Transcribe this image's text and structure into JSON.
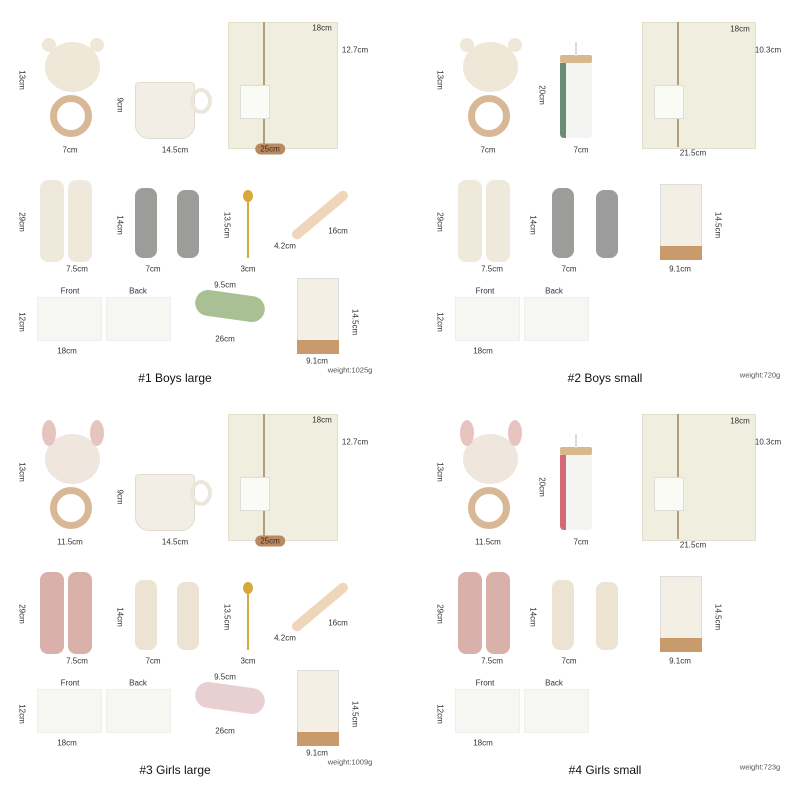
{
  "panels": [
    {
      "title": "#1 Boys large",
      "weight": "weight:1025g",
      "theme": {
        "toy": "#efe8d8",
        "sock": "#efe9dc",
        "babysock": "#9c9c9a",
        "mask": "#a9c095",
        "tumbler_text": "#6a8d78"
      },
      "labels": {
        "rattle_h": "13cm",
        "rattle_w": "7cm",
        "cup_h": "9cm",
        "cup_w": "14.5cm",
        "box_top": "18cm",
        "box_side": "12.7cm",
        "box_len": "25cm",
        "sock_h": "29cm",
        "sock_w": "7.5cm",
        "baby_h": "14cm",
        "baby_w": "7cm",
        "spoon_h": "13.5cm",
        "spoon_w": "3cm",
        "toy_len": "16cm",
        "toy_w": "4.2cm",
        "front": "Front",
        "back": "Back",
        "card_h": "12cm",
        "card_w": "18cm",
        "mask_h": "9.5cm",
        "mask_w": "26cm",
        "stand_h": "14.5cm",
        "stand_w": "9.1cm"
      }
    },
    {
      "title": "#2 Boys small",
      "weight": "weight:720g",
      "theme": {
        "toy": "#efe8d8",
        "sock": "#efe9dc",
        "babysock": "#9c9c9a",
        "mask": "#a9c095",
        "tumbler_text": "#6a8d78"
      },
      "labels": {
        "rattle_h": "13cm",
        "rattle_w": "7cm",
        "cup_h": "20cm",
        "cup_w": "7cm",
        "box_top": "18cm",
        "box_side": "10.3cm",
        "box_len": "21.5cm",
        "sock_h": "29cm",
        "sock_w": "7.5cm",
        "baby_h": "14cm",
        "baby_w": "7cm",
        "front": "Front",
        "back": "Back",
        "card_h": "12cm",
        "card_w": "18cm",
        "stand_h": "14.5cm",
        "stand_w": "9.1cm"
      }
    },
    {
      "title": "#3 Girls large",
      "weight": "weight:1009g",
      "theme": {
        "toy": "#efe6de",
        "sock": "#d9b0aa",
        "babysock": "#ece3d2",
        "mask": "#e8cfd2",
        "tumbler_text": "#d46a78"
      },
      "labels": {
        "rattle_h": "13cm",
        "rattle_w": "11.5cm",
        "cup_h": "9cm",
        "cup_w": "14.5cm",
        "box_top": "18cm",
        "box_side": "12.7cm",
        "box_len": "25cm",
        "sock_h": "29cm",
        "sock_w": "7.5cm",
        "baby_h": "14cm",
        "baby_w": "7cm",
        "spoon_h": "13.5cm",
        "spoon_w": "3cm",
        "toy_len": "16cm",
        "toy_w": "4.2cm",
        "front": "Front",
        "back": "Back",
        "card_h": "12cm",
        "card_w": "18cm",
        "mask_h": "9.5cm",
        "mask_w": "26cm",
        "stand_h": "14.5cm",
        "stand_w": "9.1cm"
      }
    },
    {
      "title": "#4 Girls  small",
      "weight": "weight:723g",
      "theme": {
        "toy": "#efe6de",
        "sock": "#d9b0aa",
        "babysock": "#ece3d2",
        "mask": "#e8cfd2",
        "tumbler_text": "#d46a78"
      },
      "labels": {
        "rattle_h": "13cm",
        "rattle_w": "11.5cm",
        "cup_h": "20cm",
        "cup_w": "7cm",
        "box_top": "18cm",
        "box_side": "10.3cm",
        "box_len": "21.5cm",
        "sock_h": "29cm",
        "sock_w": "7.5cm",
        "baby_h": "14cm",
        "baby_w": "7cm",
        "front": "Front",
        "back": "Back",
        "card_h": "12cm",
        "card_w": "18cm",
        "stand_h": "14.5cm",
        "stand_w": "9.1cm"
      }
    }
  ]
}
